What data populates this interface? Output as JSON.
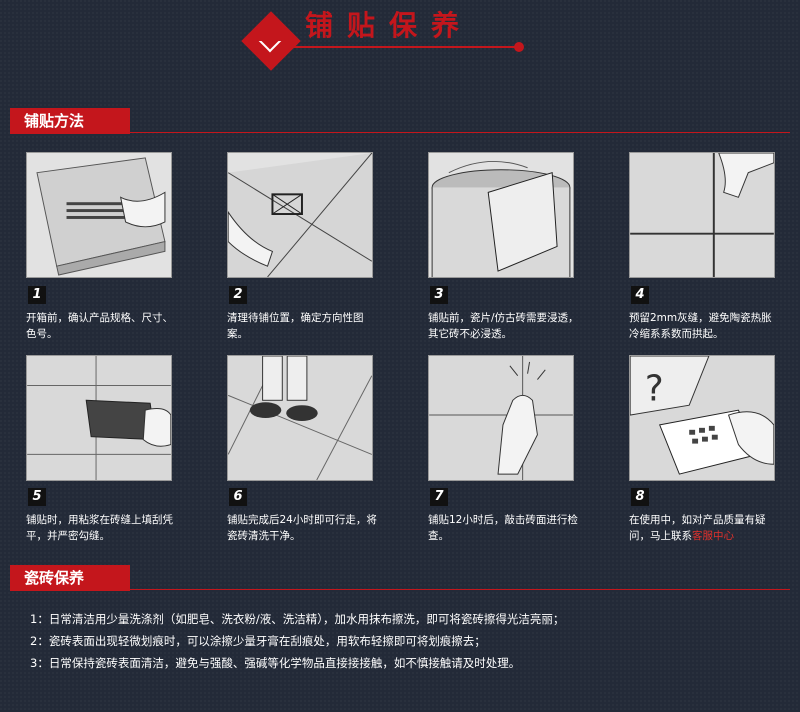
{
  "header": {
    "title": "铺贴保养",
    "accent": "#c4161c"
  },
  "method": {
    "title": "铺贴方法",
    "steps": [
      {
        "num": "1",
        "text": "开箱前，确认产品规格、尺寸、色号。",
        "icon": "carton-box-illustration"
      },
      {
        "num": "2",
        "text": "清理待铺位置，确定方向性图案。",
        "icon": "floor-marking-illustration"
      },
      {
        "num": "3",
        "text": "铺贴前，瓷片/仿古砖需要浸透，其它砖不必浸透。",
        "icon": "soaking-tile-illustration"
      },
      {
        "num": "4",
        "text": "预留2mm灰缝，避免陶瓷热胀冷缩系系数而拱起。",
        "icon": "grout-gap-illustration"
      },
      {
        "num": "5",
        "text": "铺贴时，用粘浆在砖缝上填刮凭平，并严密勾缝。",
        "icon": "trowel-illustration"
      },
      {
        "num": "6",
        "text": "铺贴完成后24小时即可行走，将瓷砖清洗干净。",
        "icon": "walking-feet-illustration"
      },
      {
        "num": "7",
        "text": "铺贴12小时后，敲击砖面进行检查。",
        "icon": "knocking-hand-illustration"
      },
      {
        "num": "8",
        "text_main": "在使用中，如对产品质量有疑问，马上联系",
        "text_red": "客服中心",
        "icon": "telephone-illustration"
      }
    ]
  },
  "care": {
    "title": "瓷砖保养",
    "lines": [
      "1：日常清洁用少量洗涤剂（如肥皂、洗衣粉/液、洗洁精），加水用抹布擦洗，即可将瓷砖擦得光洁亮丽；",
      "2：瓷砖表面出现轻微划痕时，可以涂擦少量牙膏在刮痕处，用软布轻擦即可将划痕擦去；",
      "3：日常保持瓷砖表面清洁，避免与强酸、强碱等化学物品直接接接触，如不慎接触请及时处理。"
    ]
  }
}
